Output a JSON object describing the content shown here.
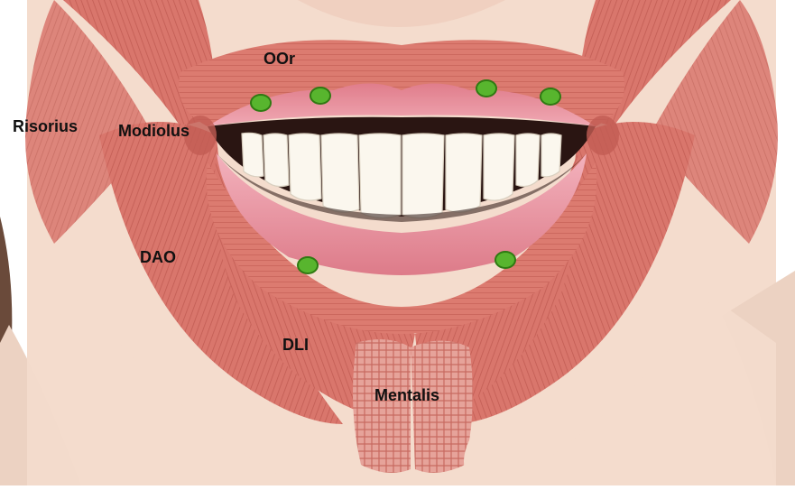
{
  "labels": {
    "oor": "OOr",
    "risorius": "Risorius",
    "modiolus": "Modiolus",
    "dao": "DAO",
    "dli": "DLI",
    "mentalis": "Mentalis"
  },
  "colors": {
    "muscle": "#d9766c",
    "muscle_dark": "#b8524a",
    "skin": "#f4dccd",
    "lip": "#e98c9a",
    "lip_light": "#f3b2bd",
    "teeth": "#fbf7ee",
    "mouth_dark": "#2a1512",
    "marker_fill": "#58b52e",
    "marker_stroke": "#2f7a12",
    "hair": "#6a4a3a",
    "label": "#111111"
  },
  "injection_points_count": 6
}
